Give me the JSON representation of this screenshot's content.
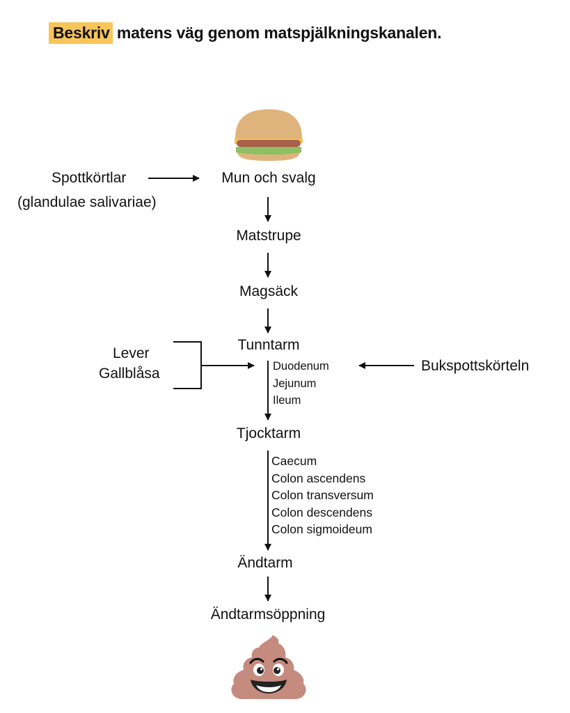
{
  "title": {
    "highlight": "Beskriv",
    "rest": "matens väg genom matspjälkningskanalen.",
    "highlight_color": "#f7c55a"
  },
  "icons": {
    "start": "hamburger-icon",
    "end": "poop-emoji-icon"
  },
  "flow": {
    "mouth": "Mun och svalg",
    "esophagus": "Matstrupe",
    "stomach": "Magsäck",
    "small_intestine": "Tunntarm",
    "small_intestine_parts": [
      "Duodenum",
      "Jejunum",
      "Ileum"
    ],
    "large_intestine": "Tjocktarm",
    "large_intestine_parts": [
      "Caecum",
      "Colon ascendens",
      "Colon transversum",
      "Colon descendens",
      "Colon sigmoideum"
    ],
    "rectum": "Ändtarm",
    "anus": "Ändtarmsöppning"
  },
  "inputs": {
    "salivary_line1": "Spottkörtlar",
    "salivary_line2": "(glandulae salivariae)",
    "liver": "Lever",
    "gallbladder": "Gallblåsa",
    "pancreas": "Bukspottskörteln"
  }
}
